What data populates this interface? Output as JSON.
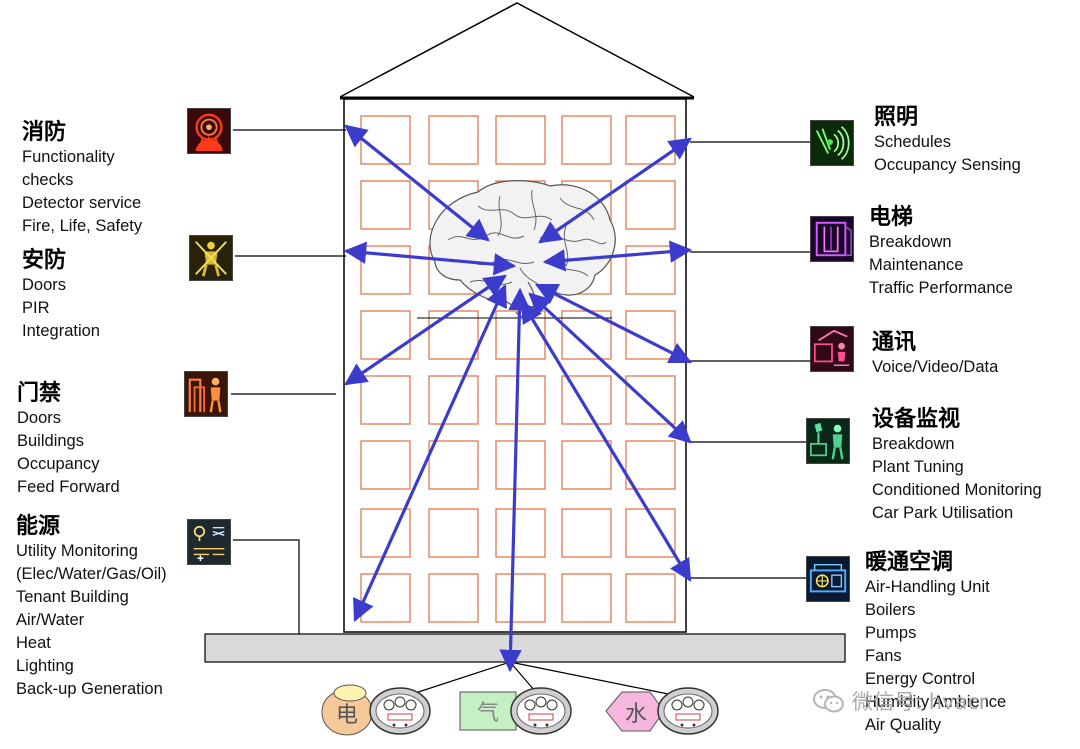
{
  "groups": {
    "fire": {
      "title": "消防",
      "items": [
        "Functionality",
        "checks",
        "Detector service",
        "Fire, Life, Safety"
      ]
    },
    "security": {
      "title": "安防",
      "items": [
        "Doors",
        "PIR",
        "Integration"
      ]
    },
    "access": {
      "title": "门禁",
      "items": [
        "Doors",
        "Buildings",
        "Occupancy",
        "Feed Forward"
      ]
    },
    "energy": {
      "title": "能源",
      "items": [
        "Utility Monitoring",
        "(Elec/Water/Gas/Oil)",
        "Tenant Building",
        "Air/Water",
        "Heat",
        "Lighting",
        "Back-up Generation"
      ]
    },
    "lighting": {
      "title": "照明",
      "items": [
        "Schedules",
        "Occupancy Sensing"
      ]
    },
    "elevator": {
      "title": "电梯",
      "items": [
        "Breakdown",
        "Maintenance",
        "Traffic Performance"
      ]
    },
    "comms": {
      "title": "通讯",
      "items": [
        "Voice/Video/Data"
      ]
    },
    "equipment": {
      "title": "设备监视",
      "items": [
        "Breakdown",
        "Plant Tuning",
        "Conditioned Monitoring",
        "Car Park Utilisation"
      ]
    },
    "hvac": {
      "title": "暖通空调",
      "items": [
        "Air-Handling  Unit",
        "Boilers",
        "Pumps",
        "Fans",
        "Energy Control",
        "Humidity Ambience",
        "Air Quality"
      ]
    }
  },
  "meters": {
    "electricity": "电",
    "gas": "气",
    "water": "水"
  },
  "watermark": "微信号: hvacr",
  "colors": {
    "arrow": "#3c3ccc",
    "window_border": "#e07a4e",
    "ground": "#d9d9d9",
    "meter_elec": "#f7c99a",
    "meter_gas": "#c4f0c4",
    "meter_water": "#f6b7df"
  },
  "icons": {
    "fire": "fire-alarm-icon",
    "security": "intruder-icon",
    "access": "door-person-icon",
    "energy": "energy-symbols-icon",
    "lighting": "sensor-waves-icon",
    "elevator": "elevator-icon",
    "comms": "communication-icon",
    "equipment": "equipment-monitor-icon",
    "hvac": "hvac-unit-icon"
  }
}
